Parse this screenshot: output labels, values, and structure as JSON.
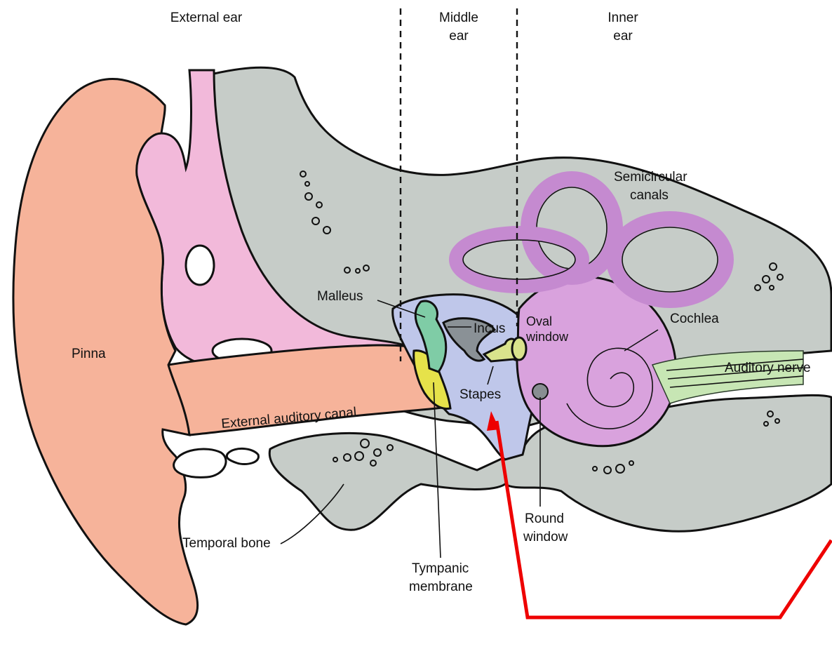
{
  "regions": {
    "external": "External ear",
    "middle": [
      "Middle",
      "ear"
    ],
    "inner": [
      "Inner",
      "ear"
    ]
  },
  "labels": {
    "pinna": "Pinna",
    "malleus": "Malleus",
    "incus": "Incus",
    "oval_window": [
      "Oval",
      "window"
    ],
    "semicircular_canals": [
      "Semicircular",
      "canals"
    ],
    "cochlea": "Cochlea",
    "auditory_nerve": "Auditory nerve",
    "stapes": "Stapes",
    "external_auditory_canal": "External auditory canal",
    "temporal_bone": "Temporal bone",
    "tympanic_membrane": [
      "Tympanic",
      "membrane"
    ],
    "round_window": [
      "Round",
      "window"
    ]
  },
  "colors": {
    "pinna": "#f6b39a",
    "bone": "#c6ccc8",
    "pink_tissue": "#f2b9da",
    "middle_ear_cavity": "#bfc7ea",
    "inner_ear": "#d9a2dd",
    "nerve": "#c7e6b4",
    "malleus": "#7fcca6",
    "incus": "#8a9196",
    "stapes": "#d9e38c",
    "tympanic_membrane": "#e6e24a",
    "annotation_arrow": "#ee0000"
  }
}
